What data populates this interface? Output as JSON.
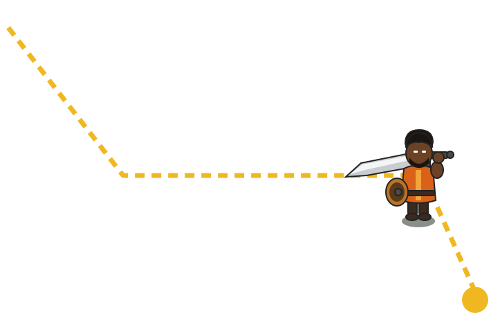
{
  "scene": {
    "background_color": "#ffffff",
    "path": {
      "color": "#f0b820",
      "style": "dashed",
      "end_marker_color": "#f0b820"
    },
    "hero": {
      "role": "warrior",
      "weapon": "great-sword",
      "offhand": "round-shield",
      "colors": {
        "skin": "#6b4226",
        "hair": "#1c1410",
        "tunic": "#d9621a",
        "trim": "#f2a33a",
        "pants": "#3a2a20",
        "blade": "#c9ccd0",
        "blade_edge": "#f4f5f6",
        "hilt": "#4a4a4a",
        "shield": "#b8742a",
        "shield_rim": "#5a3a1a",
        "outline": "#222222",
        "shadow": "#8a8f8a"
      }
    }
  }
}
